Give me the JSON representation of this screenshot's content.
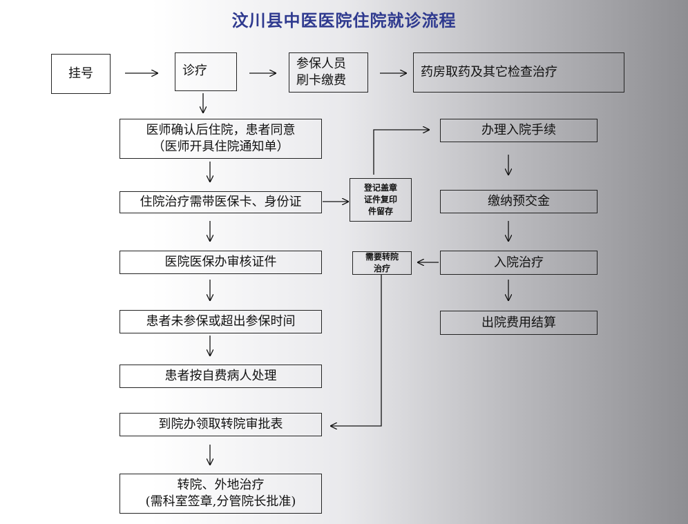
{
  "title": "汶川县中医医院住院就诊流程",
  "nodes": {
    "register": "挂号",
    "diagnose": "诊疗",
    "insured_pay": "参保人员\n刷卡缴费",
    "pharmacy": "药房取药及其它检查治疗",
    "doctor_confirm": "医师确认后住院，患者同意\n（医师开具住院通知单）",
    "bring_cards": "住院治疗需带医保卡、身份证",
    "register_stamp": "登记盖章\n证件复印\n件留存",
    "admission_procedure": "办理入院手续",
    "pay_deposit": "缴纳预交金",
    "insurance_review": "医院医保办审核证件",
    "need_transfer": "需要转院\n治疗",
    "inpatient_treatment": "入院治疗",
    "uninsured": "患者未参保或超出参保时间",
    "discharge_settlement": "出院费用结算",
    "self_pay": "患者按自费病人处理",
    "transfer_form": "到院办领取转院审批表",
    "transfer_external": "转院、外地治疗\n(需科室签章,分管院长批准)"
  }
}
